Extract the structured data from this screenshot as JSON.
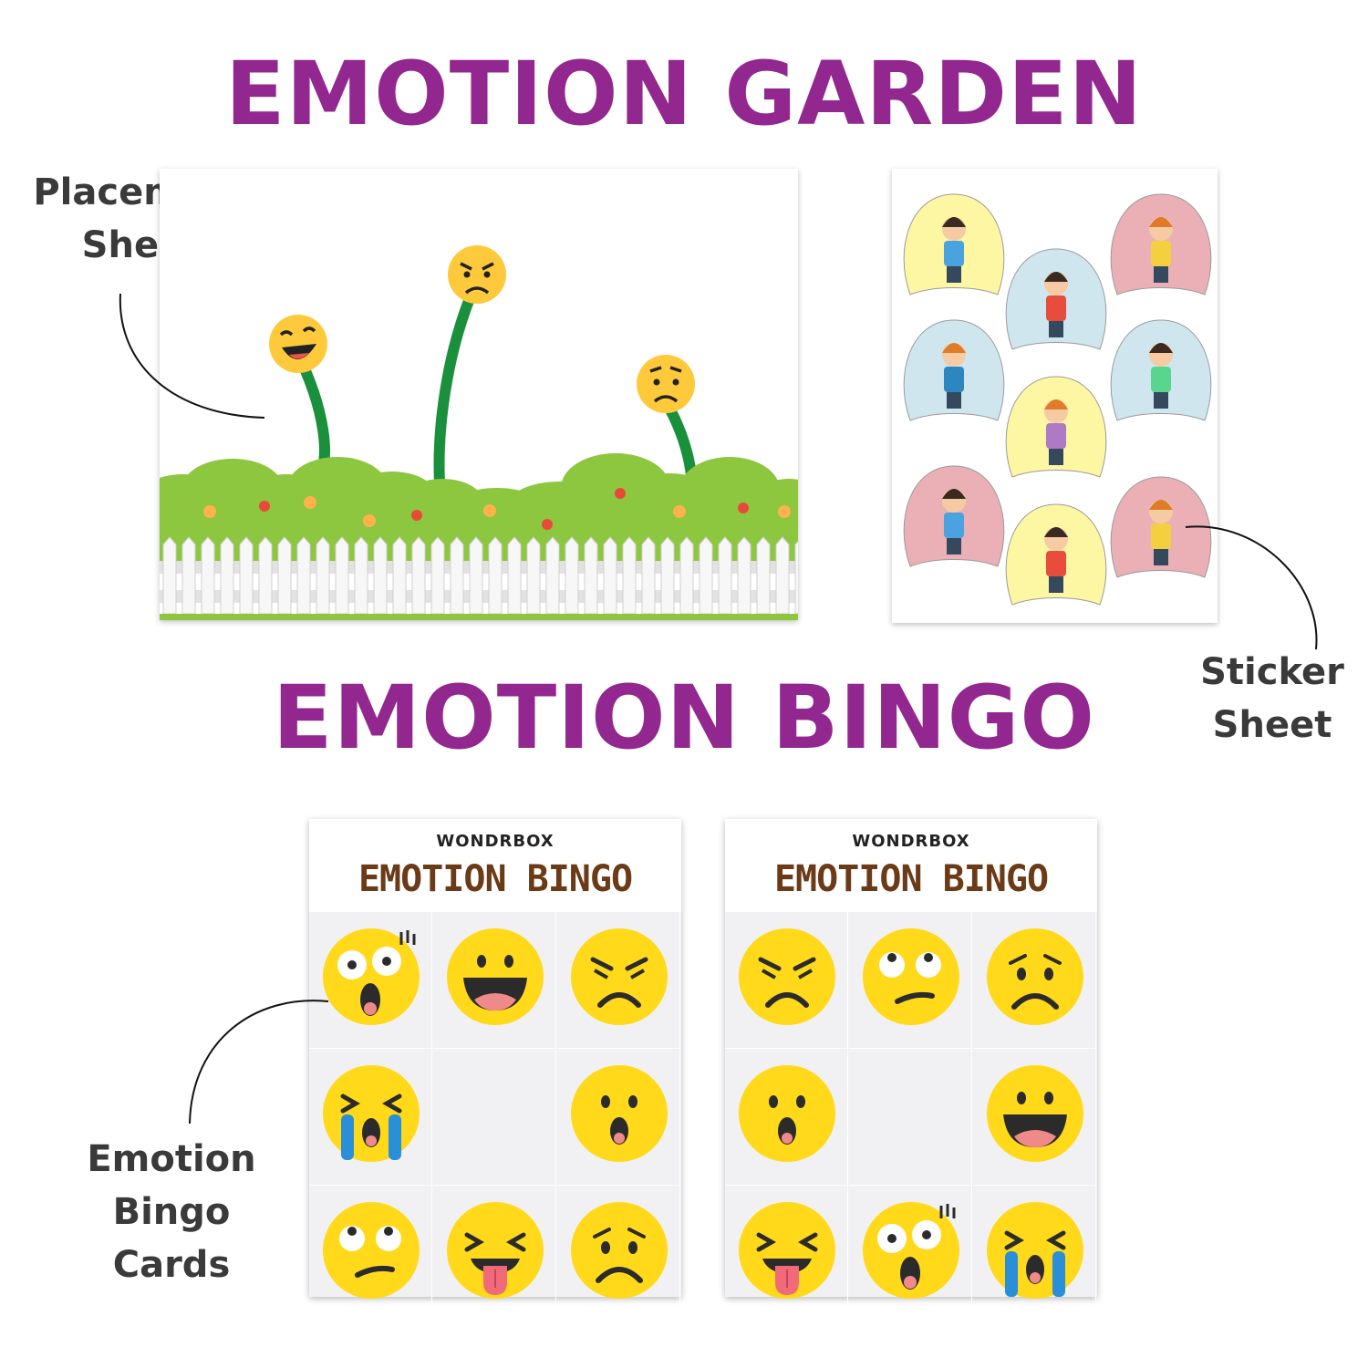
{
  "titles": {
    "garden": "EMOTION GARDEN",
    "bingo": "EMOTION BINGO"
  },
  "callouts": {
    "placement": "Placement\nSheet",
    "sticker": "Sticker\nSheet",
    "bingo_cards": "Emotion\nBingo\nCards"
  },
  "cards": [
    {
      "brand": "WONDRBOX",
      "title": "EMOTION BINGO",
      "cells": [
        "shocked-face",
        "happy-face",
        "angry-face",
        "crying-face",
        "empty",
        "surprised-face",
        "eye-roll-face",
        "tongue-out-face",
        "worried-face"
      ]
    },
    {
      "brand": "WONDRBOX",
      "title": "EMOTION BINGO",
      "cells": [
        "angry-face",
        "eye-roll-face",
        "worried-face",
        "surprised-face",
        "empty",
        "happy-face",
        "tongue-out-face",
        "shocked-face",
        "crying-face"
      ]
    }
  ],
  "colors": {
    "title": "#92278f",
    "card_title": "#6b3a17",
    "emoji_yellow": "#ffd91a",
    "stem_green": "#1a8f3c",
    "bush_green": "#8dc63f"
  }
}
